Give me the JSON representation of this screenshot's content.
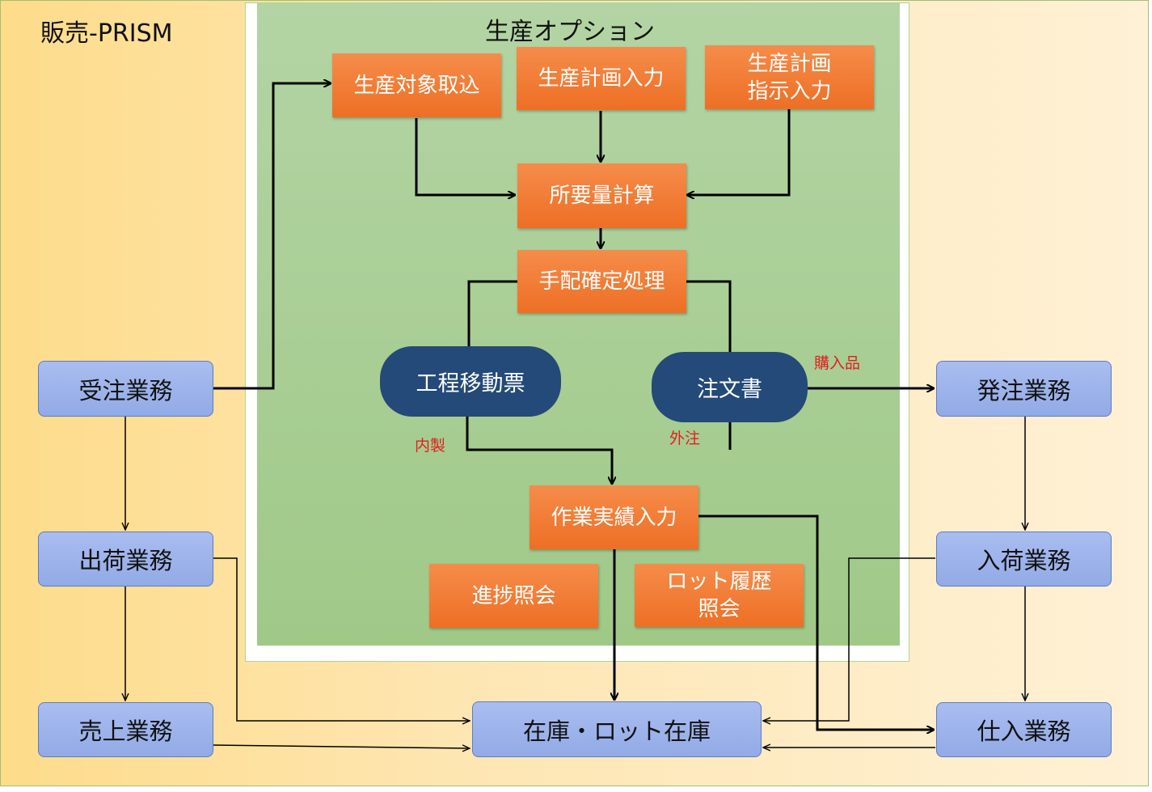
{
  "diagram": {
    "outer_title": "販売-PRISM",
    "option_title": "生産オプション",
    "boxes": {
      "seisan_taisho": "生産対象取込",
      "seisan_keikaku": "生産計画入力",
      "seisan_shiji_line1": "生産計画",
      "seisan_shiji_line2": "指示入力",
      "shoyoryo": "所要量計算",
      "tehai": "手配確定処理",
      "sagyo": "作業実績入力",
      "shinchoku": "進捗照会",
      "lot_rireki_line1": "ロット履歴",
      "lot_rireki_line2": "照会"
    },
    "pills": {
      "koutei": "工程移動票",
      "chumon": "注文書"
    },
    "labels": {
      "konyu": "購入品",
      "naisei": "内製",
      "gaichu": "外注"
    },
    "blue_boxes": {
      "juchu": "受注業務",
      "shukka": "出荷業務",
      "uriage": "売上業務",
      "zaiko": "在庫・ロット在庫",
      "hatchu": "発注業務",
      "nyuka": "入荷業務",
      "shiire": "仕入業務"
    },
    "colors": {
      "orange": "#ee6f25",
      "navy": "#234a78",
      "blue": "#92aae6",
      "green": "#a0c988",
      "red_text": "#e02020"
    }
  }
}
